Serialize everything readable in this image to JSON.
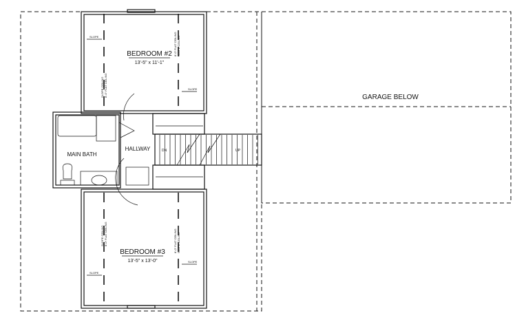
{
  "plan": {
    "rooms": {
      "bedroom2": {
        "name": "BEDROOM #2",
        "size": "13'-5\" x 11'-1\""
      },
      "bedroom3": {
        "name": "BEDROOM #3",
        "size": "13'-5\" x 13'-0\""
      },
      "main_bath": {
        "name": "MAIN BATH"
      },
      "hallway": {
        "name": "HALLWAY"
      },
      "garage": {
        "name": "GARAGE BELOW"
      }
    },
    "stairs": {
      "down": "DN",
      "up": "UP"
    },
    "notes": {
      "slope": "SLOPE",
      "slope_ceiling": "SLOPE CEILING",
      "flat_ceiling": "8'-0\" FLAT CEILING"
    }
  }
}
